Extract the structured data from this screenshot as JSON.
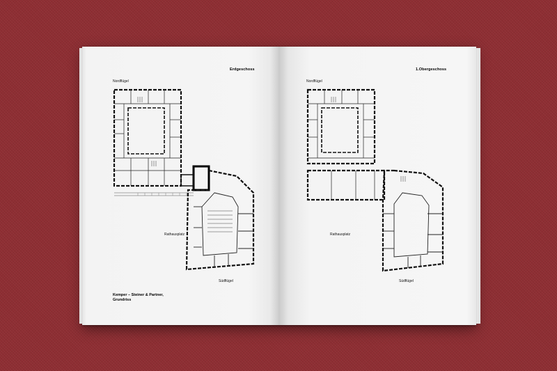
{
  "spread": {
    "left_page": {
      "header": "Erdgeschoss",
      "label_north": "Nordflügel",
      "label_square": "Rathausplatz",
      "label_south": "Südflügel",
      "caption_line1": "Kemper – Steiner & Partner,",
      "caption_line2": "Grundriss"
    },
    "right_page": {
      "header": "1.Obergeschoss",
      "label_north": "Nordflügel",
      "label_square": "Rathausplatz",
      "label_south": "Südflügel"
    }
  },
  "colors": {
    "background": "#8e2e33",
    "paper": "#f4f4f4",
    "ink": "#111111"
  }
}
